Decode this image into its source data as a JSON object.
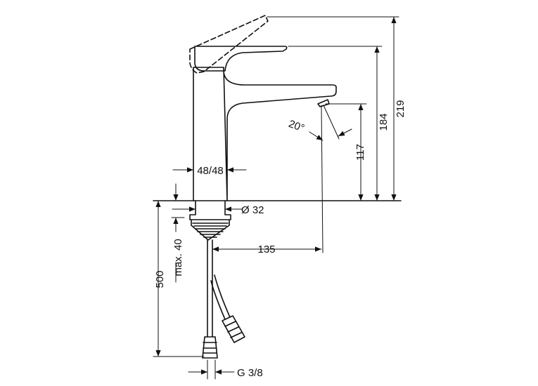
{
  "drawing": {
    "colors": {
      "line": "#111111",
      "background": "#ffffff"
    },
    "dimensions": {
      "total_height": "219",
      "lever_height": "184",
      "spout_height": "117",
      "spout_angle": "20°",
      "body_width": "48/48",
      "drain_diameter": "Ø 32",
      "spout_reach": "135",
      "max_thickness": "max. 40",
      "hose_length": "500",
      "connection_thread": "G 3/8"
    }
  }
}
